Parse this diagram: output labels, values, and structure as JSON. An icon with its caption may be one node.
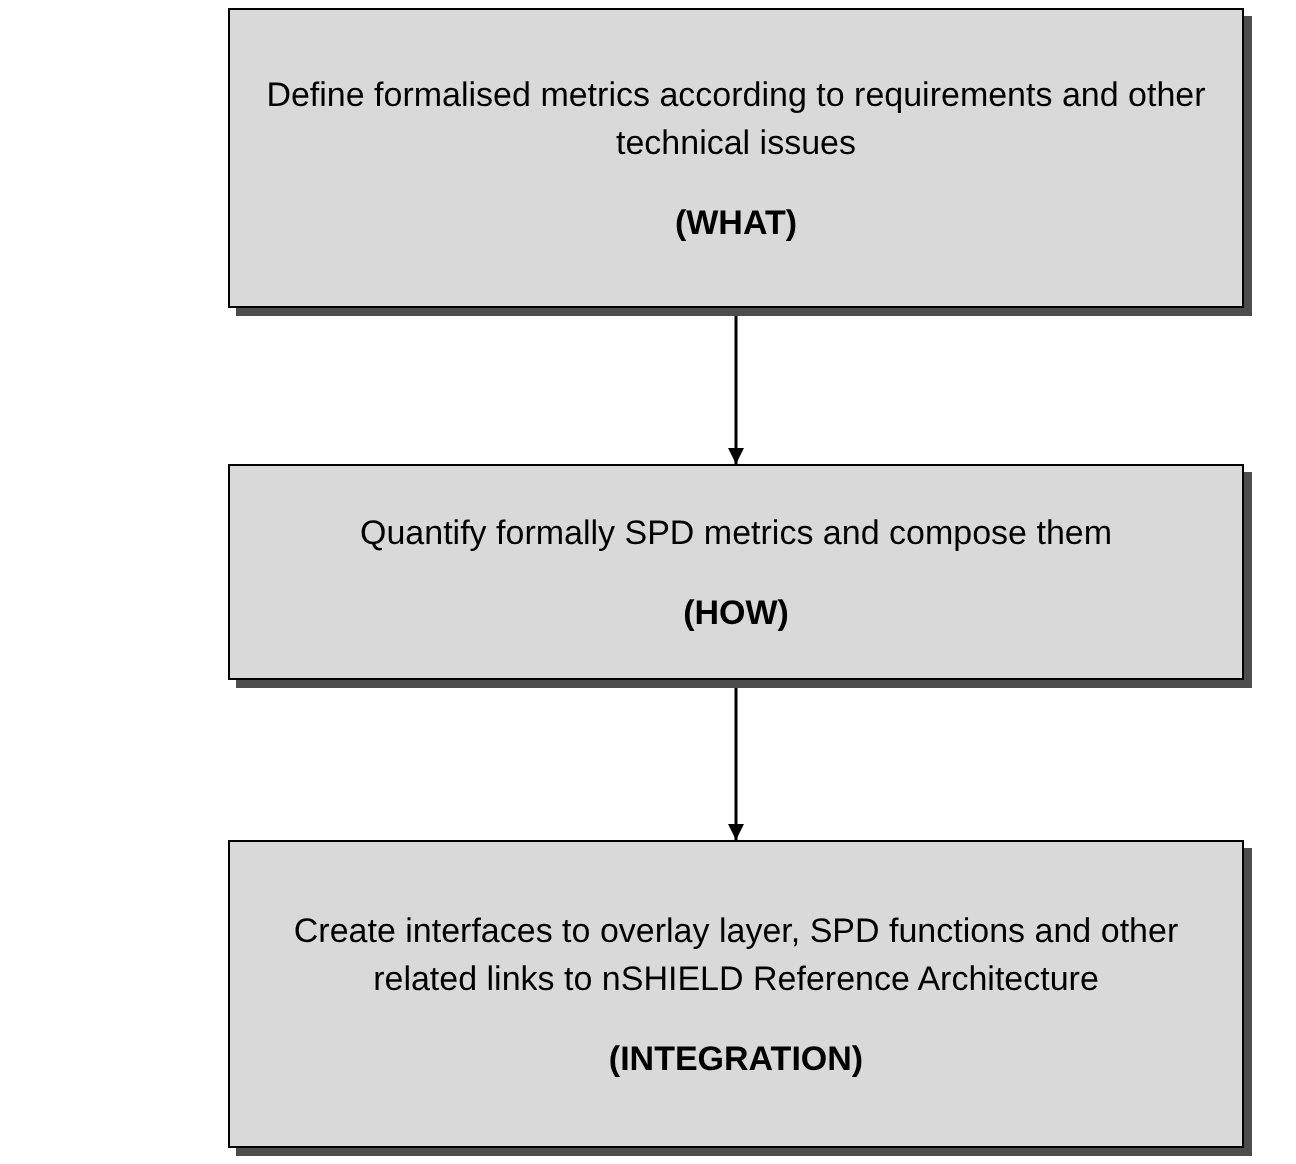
{
  "diagram": {
    "nodes": [
      {
        "text": [
          "Define formalised metrics according to requirements and other technical issues",
          "(WHAT)"
        ]
      },
      {
        "text": [
          "Quantify formally SPD metrics and compose them",
          "(HOW)"
        ]
      },
      {
        "text": [
          "Create interfaces to overlay layer, SPD functions and other related links to nSHIELD Reference Architecture",
          "(INTEGRATION)"
        ]
      }
    ],
    "edges": [
      {
        "from": 0,
        "to": 1,
        "arrow": "to"
      },
      {
        "from": 1,
        "to": 2,
        "arrow": "to"
      }
    ]
  }
}
